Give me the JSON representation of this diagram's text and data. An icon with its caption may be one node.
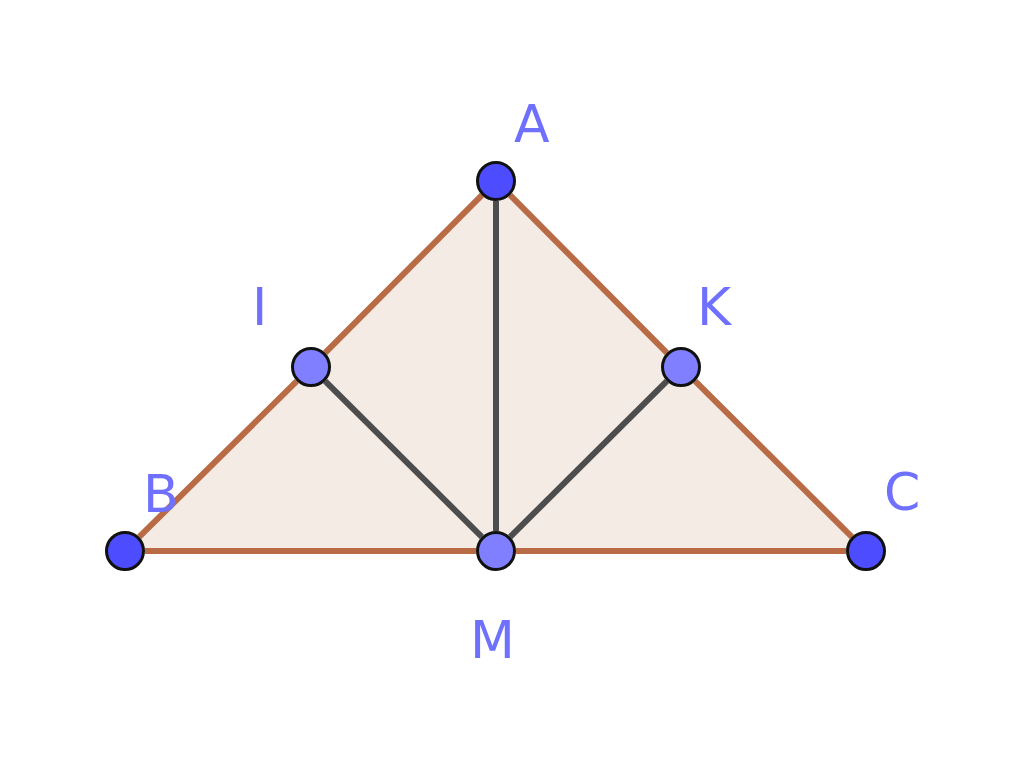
{
  "diagram": {
    "nodes": [
      {
        "text": [
          "A"
        ]
      },
      {
        "text": [
          "I"
        ]
      },
      {
        "text": [
          "K"
        ]
      },
      {
        "text": [
          "B"
        ]
      },
      {
        "text": [
          "C"
        ]
      },
      {
        "text": [
          "M"
        ]
      }
    ],
    "edges": [
      {
        "from": 0,
        "to": 1,
        "arrow": "none"
      },
      {
        "from": 1,
        "to": 3,
        "arrow": "none"
      },
      {
        "from": 0,
        "to": 2,
        "arrow": "none"
      },
      {
        "from": 2,
        "to": 4,
        "arrow": "none"
      },
      {
        "from": 3,
        "to": 5,
        "arrow": "none"
      },
      {
        "from": 5,
        "to": 4,
        "arrow": "none"
      },
      {
        "from": 1,
        "to": 5,
        "arrow": "none",
        "color": "#4d4d4d"
      },
      {
        "from": 0,
        "to": 5,
        "arrow": "none",
        "color": "#4d4d4d"
      },
      {
        "from": 2,
        "to": 5,
        "arrow": "none",
        "color": "#4d4d4d"
      }
    ]
  }
}
